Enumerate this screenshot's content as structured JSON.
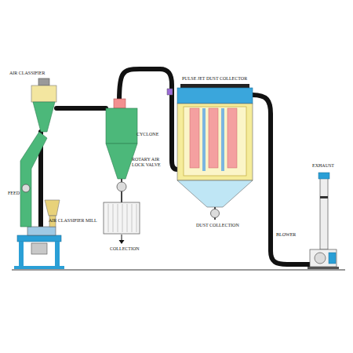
{
  "diagram": {
    "labels": [
      "AIR CLASSIFIER",
      "PULSE JET DUST COLLECTOR",
      "CYCLONE",
      "EXHAUST",
      "ROTARY AIR LOCK VALVE",
      "FEED",
      "AIR CLASSIFIER MILL",
      "BLOWER",
      "DUST COLLECTION",
      "COLLECTION"
    ]
  }
}
